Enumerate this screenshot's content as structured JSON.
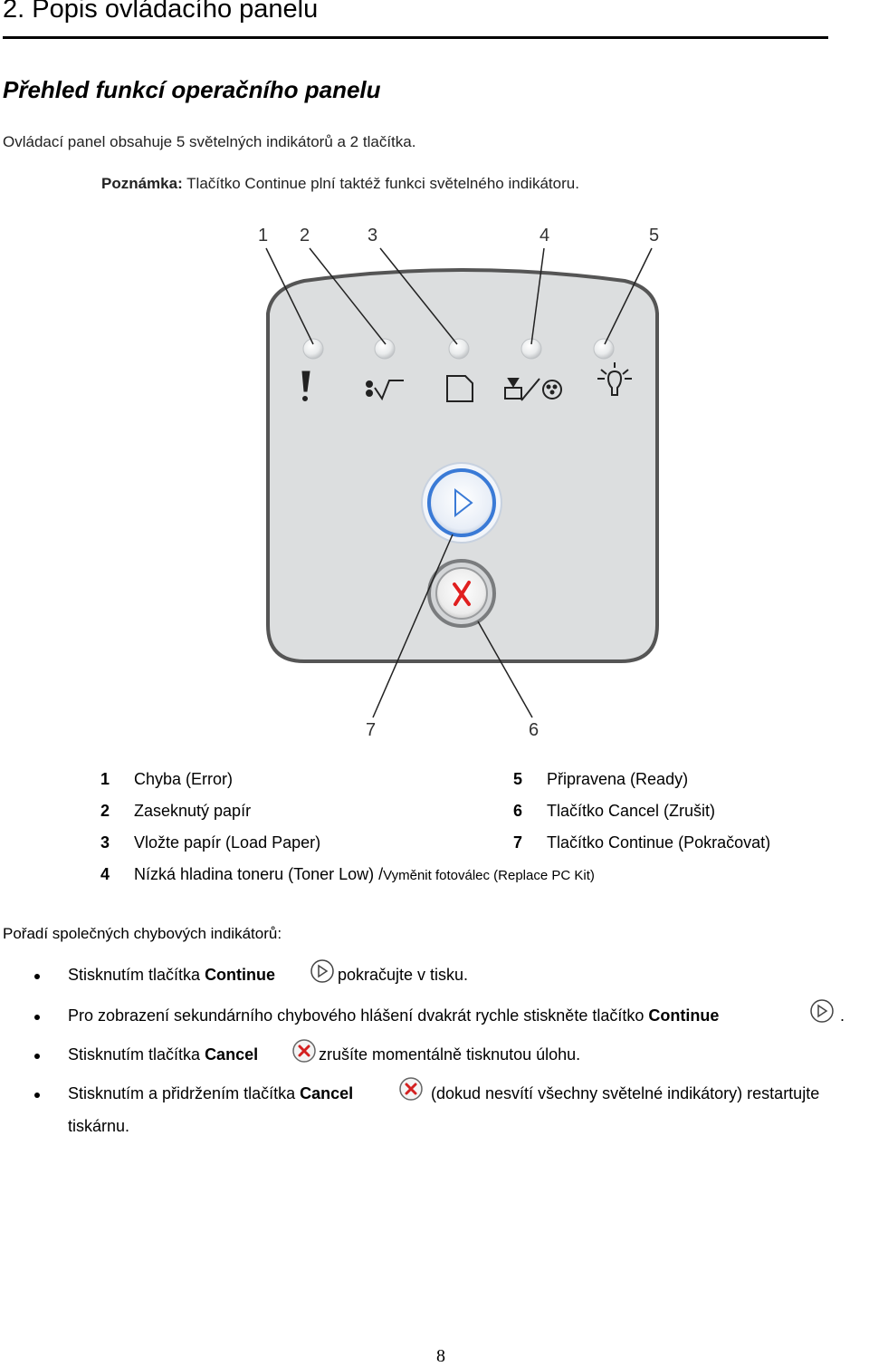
{
  "section_title": "2. Popis ovládacího panelu",
  "subtitle": "Přehled funkcí operačního panelu",
  "intro": "Ovládací panel obsahuje 5 světelných indikátorů a 2 tlačítka.",
  "note": {
    "label": "Poznámka:",
    "text": "Tlačítko Continue plní taktéž funkci světelného indikátoru."
  },
  "diagram": {
    "callouts": [
      "1",
      "2",
      "3",
      "4",
      "5",
      "6",
      "7"
    ]
  },
  "legend": [
    {
      "num": "1",
      "text": "Chyba (Error)"
    },
    {
      "num": "2",
      "text": "Zaseknutý papír"
    },
    {
      "num": "3",
      "text": "Vložte papír (Load Paper)"
    },
    {
      "num": "4",
      "text": "Nízká hladina toneru (Toner Low) /",
      "text_small": "Vyměnit fotoválec (Replace PC Kit)"
    },
    {
      "num": "5",
      "text": "Připravena (Ready)"
    },
    {
      "num": "6",
      "text": "Tlačítko Cancel (Zrušit)"
    },
    {
      "num": "7",
      "text": "Tlačítko Continue (Pokračovat)"
    }
  ],
  "order_title": "Pořadí společných chybových indikátorů:",
  "bullets": [
    {
      "pre": "Stisknutím tlačítka ",
      "bold": "Continue",
      "post": "pokračujte v tisku."
    },
    {
      "pre": "Pro zobrazení sekundárního chybového hlášení dvakrát rychle stiskněte tlačítko ",
      "bold": "Continue",
      "post": "."
    },
    {
      "pre": "Stisknutím tlačítka ",
      "bold": "Cancel",
      "post": "zrušíte momentálně tisknutou úlohu."
    },
    {
      "pre": "Stisknutím a přidržením tlačítka ",
      "bold": "Cancel",
      "post": "(dokud nesvítí všechny světelné indikátory) restartujte",
      "post2": "tiskárnu."
    }
  ],
  "page_number": "8",
  "colors": {
    "panel": "#dcdedf",
    "continue_blue": "#3a7ad6",
    "cancel_red": "#e02020"
  }
}
